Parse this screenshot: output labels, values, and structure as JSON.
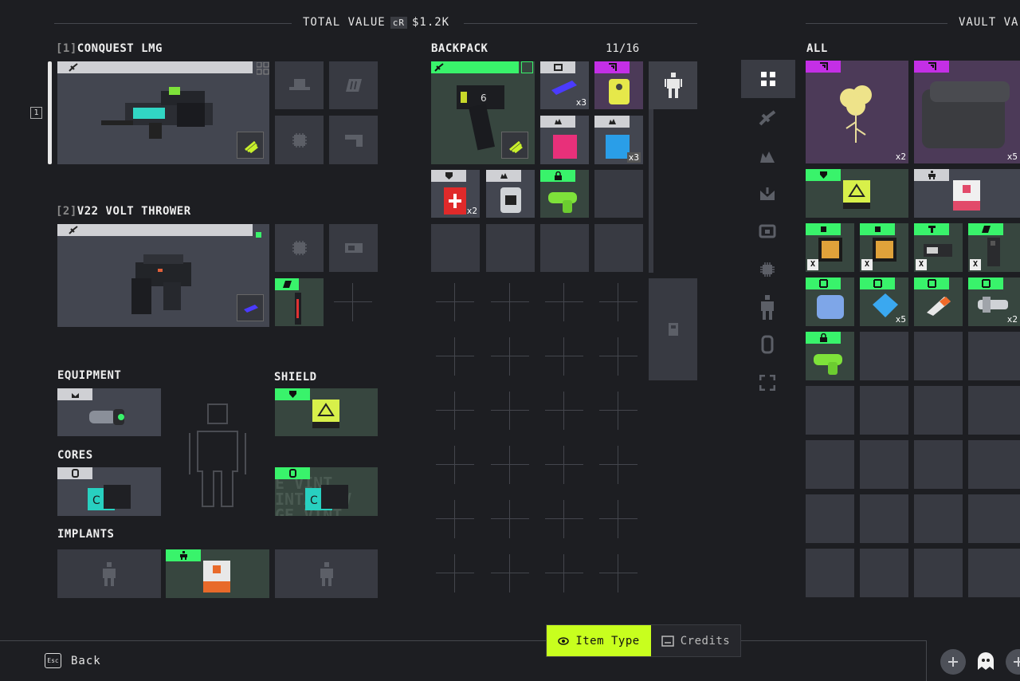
{
  "header": {
    "total_value_label": "TOTAL VALUE",
    "currency_icon": "cR",
    "total_value": "$1.2K",
    "vault_label": "VAULT VA"
  },
  "weapons": [
    {
      "index_label": "[1]",
      "name": "CONQUEST LMG",
      "slot_number": "1"
    },
    {
      "index_label": "[2]",
      "name": "V22 VOLT THROWER"
    }
  ],
  "loadout": {
    "equipment_label": "EQUIPMENT",
    "shield_label": "SHIELD",
    "cores_label": "CORES",
    "implants_label": "IMPLANTS"
  },
  "backpack": {
    "label": "BACKPACK",
    "capacity": "11/16",
    "counts": [
      "x3",
      "x3",
      "x2"
    ]
  },
  "vault": {
    "filter_label": "ALL",
    "counts": [
      "x2",
      "x5",
      "x5",
      "x2"
    ],
    "locked_mark": "X"
  },
  "footer": {
    "back_key": "Esc",
    "back_label": "Back",
    "item_type_label": "Item Type",
    "credits_label": "Credits"
  },
  "colors": {
    "accent_green": "#39f36b",
    "accent_purple": "#c42fe6",
    "toggle_active": "#c8ff1e",
    "background": "#1d1e22"
  },
  "icons": [
    "weapon-icon",
    "hat-icon",
    "chip-icon",
    "grip-icon",
    "magazine-icon",
    "shield-icon",
    "core-icon",
    "implant-icon",
    "grid-view-icon",
    "salvage-icon",
    "backpack-icon",
    "consumable-icon",
    "eye-icon",
    "credits-icon"
  ]
}
